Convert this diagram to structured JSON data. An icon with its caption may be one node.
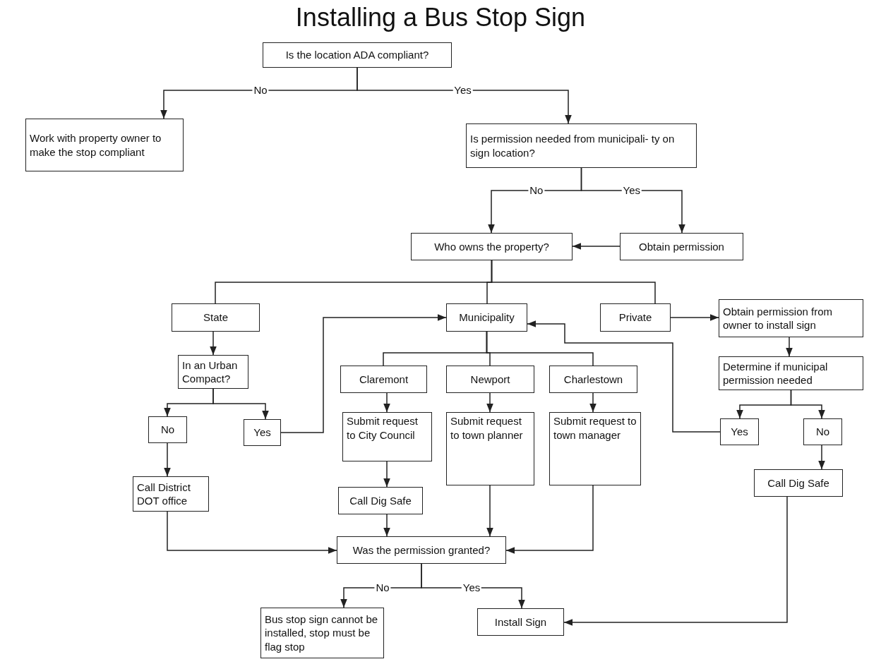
{
  "diagram": {
    "title": "Installing a Bus Stop Sign",
    "nodes": [
      {
        "text": [
          "Is the location ADA compliant?"
        ]
      },
      {
        "text": [
          "Work with property owner to make the stop compliant"
        ]
      },
      {
        "text": [
          "Is permission needed from municipali- ty on sign location?"
        ]
      },
      {
        "text": [
          "Who owns the property?"
        ]
      },
      {
        "text": [
          "Obtain permission"
        ]
      },
      {
        "text": [
          "State"
        ]
      },
      {
        "text": [
          "Municipality"
        ]
      },
      {
        "text": [
          "Private"
        ]
      },
      {
        "text": [
          "Obtain permission from owner to install sign"
        ]
      },
      {
        "text": [
          "In an Urban Compact?"
        ]
      },
      {
        "text": [
          "No"
        ]
      },
      {
        "text": [
          "Yes"
        ]
      },
      {
        "text": [
          "Claremont"
        ]
      },
      {
        "text": [
          "Newport"
        ]
      },
      {
        "text": [
          "Charlestown"
        ]
      },
      {
        "text": [
          "Determine if municipal permission needed"
        ]
      },
      {
        "text": [
          "Submit request to City Council"
        ]
      },
      {
        "text": [
          "Submit request to town planner"
        ]
      },
      {
        "text": [
          "Submit request to town manager"
        ]
      },
      {
        "text": [
          "Yes"
        ]
      },
      {
        "text": [
          "No"
        ]
      },
      {
        "text": [
          "Call District DOT office"
        ]
      },
      {
        "text": [
          "Call Dig Safe"
        ]
      },
      {
        "text": [
          "Call Dig Safe"
        ]
      },
      {
        "text": [
          "Was the permission granted?"
        ]
      },
      {
        "text": [
          "Bus stop sign cannot be installed, stop must be flag stop"
        ]
      },
      {
        "text": [
          "Install Sign"
        ]
      }
    ],
    "edges": [
      {
        "from": 0,
        "to": 1,
        "arrow": "to",
        "label": "No"
      },
      {
        "from": 0,
        "to": 2,
        "arrow": "to",
        "label": "Yes"
      },
      {
        "from": 2,
        "to": 3,
        "arrow": "to",
        "label": "No"
      },
      {
        "from": 2,
        "to": 4,
        "arrow": "to",
        "label": "Yes"
      },
      {
        "from": 4,
        "to": 3,
        "arrow": "to"
      },
      {
        "from": 3,
        "to": 5,
        "arrow": "none"
      },
      {
        "from": 3,
        "to": 6,
        "arrow": "none"
      },
      {
        "from": 3,
        "to": 7,
        "arrow": "none"
      },
      {
        "from": 5,
        "to": 9,
        "arrow": "to"
      },
      {
        "from": 7,
        "to": 8,
        "arrow": "to"
      },
      {
        "from": 9,
        "to": 10,
        "arrow": "to"
      },
      {
        "from": 9,
        "to": 11,
        "arrow": "to"
      },
      {
        "from": 11,
        "to": 6,
        "arrow": "to"
      },
      {
        "from": 6,
        "to": 12,
        "arrow": "none"
      },
      {
        "from": 6,
        "to": 13,
        "arrow": "none"
      },
      {
        "from": 6,
        "to": 14,
        "arrow": "none"
      },
      {
        "from": 8,
        "to": 15,
        "arrow": "to"
      },
      {
        "from": 12,
        "to": 16,
        "arrow": "to"
      },
      {
        "from": 13,
        "to": 17,
        "arrow": "to"
      },
      {
        "from": 14,
        "to": 18,
        "arrow": "to"
      },
      {
        "from": 15,
        "to": 19,
        "arrow": "to"
      },
      {
        "from": 15,
        "to": 20,
        "arrow": "to"
      },
      {
        "from": 19,
        "to": 6,
        "arrow": "to"
      },
      {
        "from": 10,
        "to": 21,
        "arrow": "to"
      },
      {
        "from": 20,
        "to": 23,
        "arrow": "to"
      },
      {
        "from": 16,
        "to": 22,
        "arrow": "to"
      },
      {
        "from": 21,
        "to": 24,
        "arrow": "to"
      },
      {
        "from": 22,
        "to": 24,
        "arrow": "to"
      },
      {
        "from": 17,
        "to": 24,
        "arrow": "to"
      },
      {
        "from": 18,
        "to": 24,
        "arrow": "to"
      },
      {
        "from": 24,
        "to": 25,
        "arrow": "to",
        "label": "No"
      },
      {
        "from": 24,
        "to": 26,
        "arrow": "to",
        "label": "Yes"
      },
      {
        "from": 23,
        "to": 26,
        "arrow": "to"
      }
    ]
  }
}
